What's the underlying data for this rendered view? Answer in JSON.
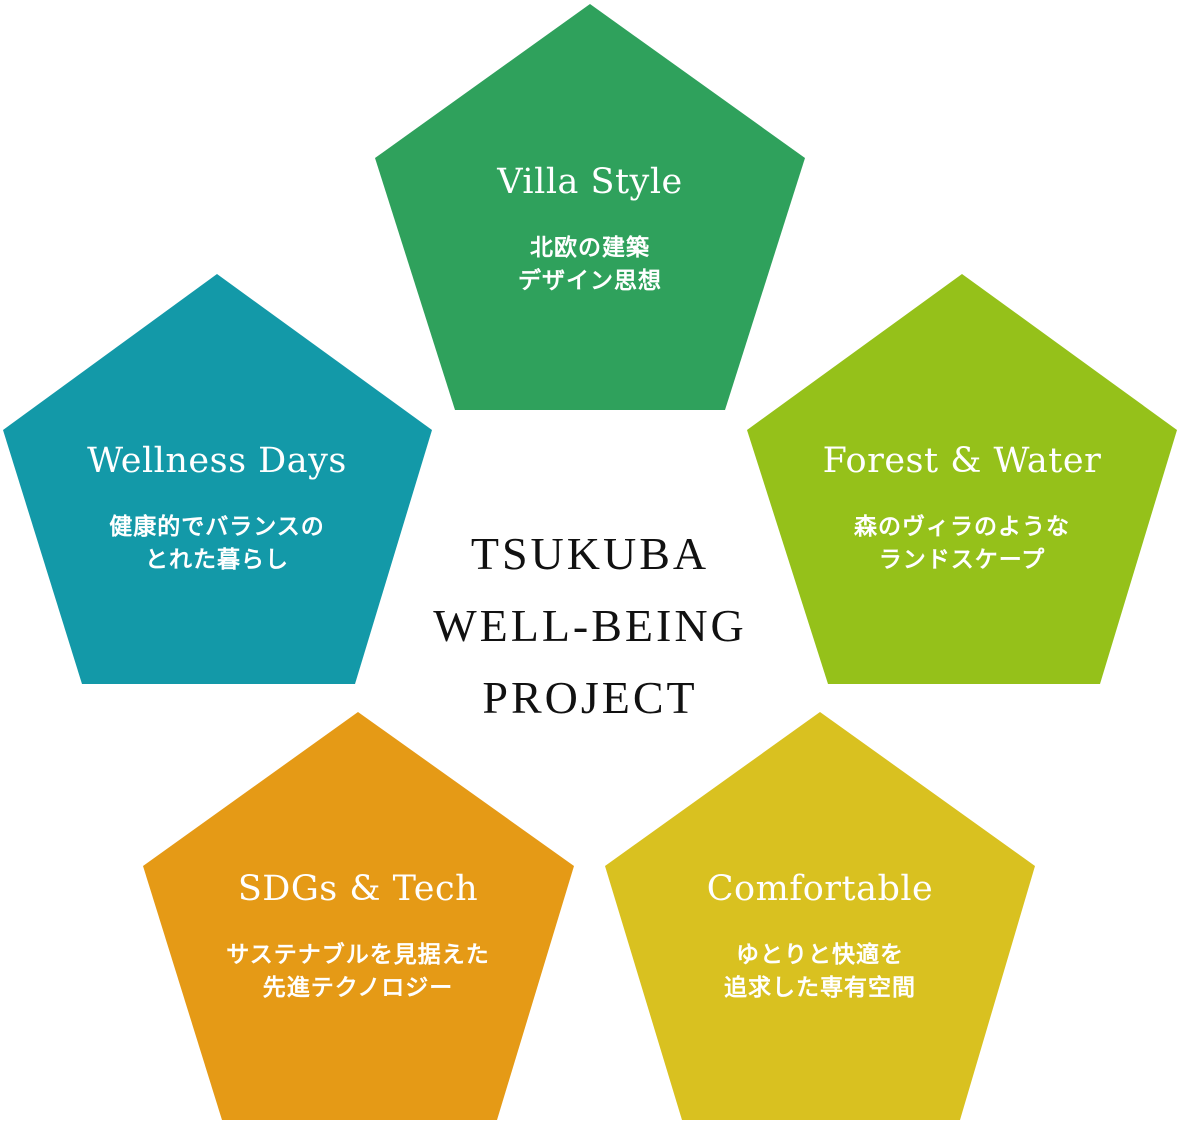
{
  "center": {
    "lines": [
      "TSUKUBA",
      "WELL-BEING",
      "PROJECT"
    ]
  },
  "pentagons": [
    {
      "id": "villa-style",
      "title": "Villa Style",
      "desc": [
        "北欧の建築",
        "デザイン思想"
      ],
      "color": "#2fa15c"
    },
    {
      "id": "forest-water",
      "title": "Forest & Water",
      "desc": [
        "森のヴィラのような",
        "ランドスケープ"
      ],
      "color": "#95c11a"
    },
    {
      "id": "comfortable",
      "title": "Comfortable",
      "desc": [
        "ゆとりと快適を",
        "追求した専有空間"
      ],
      "color": "#d9c120"
    },
    {
      "id": "sdgs-tech",
      "title": "SDGs & Tech",
      "desc": [
        "サステナブルを見据えた",
        "先進テクノロジー"
      ],
      "color": "#e59a16"
    },
    {
      "id": "wellness-days",
      "title": "Wellness Days",
      "desc": [
        "健康的でバランスの",
        "とれた暮らし"
      ],
      "color": "#1399a8"
    }
  ]
}
